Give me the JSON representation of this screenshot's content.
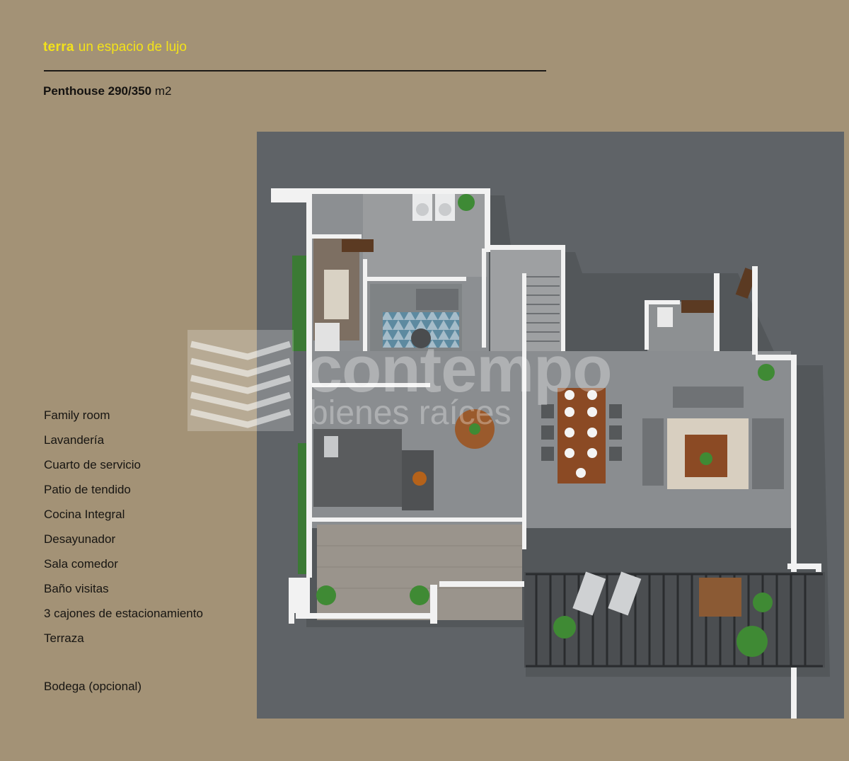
{
  "header": {
    "brand": "terra",
    "tagline": "un espacio de lujo"
  },
  "unit": {
    "model": "Penthouse 290/350",
    "area_unit": "m2"
  },
  "features": [
    "Family room",
    "Lavandería",
    "Cuarto de servicio",
    "Patio de tendido",
    "Cocina Integral",
    "Desayunador",
    "Sala comedor",
    "Baño visitas",
    "3 cajones de estacionamiento",
    "Terraza"
  ],
  "optional_feature": "Bodega (opcional)",
  "watermark": {
    "name": "contempo",
    "subtitle": "bienes raíces"
  },
  "colors": {
    "page_background": "#a39276",
    "brand_accent": "#f3e21a",
    "plan_background": "#5f6367"
  }
}
